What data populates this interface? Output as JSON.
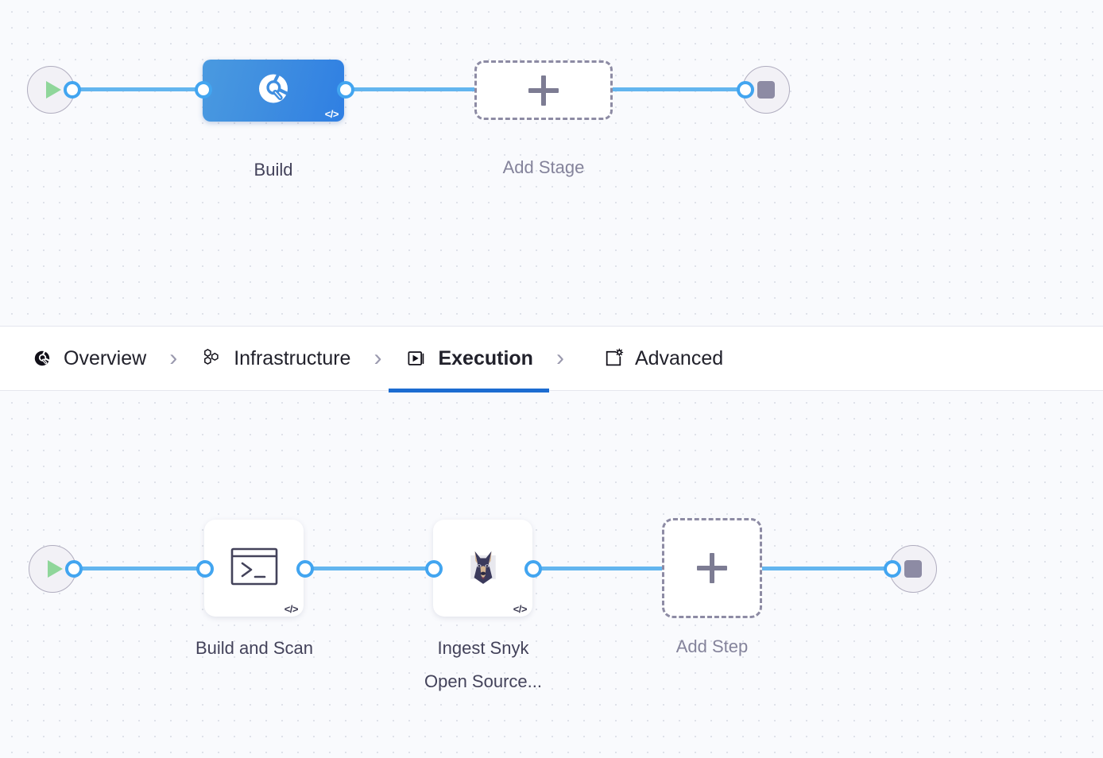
{
  "theme": {
    "canvas_bg": "#f9fafd",
    "grid_dot": "#dfe2ea",
    "wire": "#63b5ef",
    "port_ring": "#42a5f0",
    "stage_blue": "#3f8ee0",
    "active_tab_underline": "#1c6cd1",
    "terminal_fill": "#f2f1f6",
    "terminal_border": "#b0adbf",
    "play_green": "#8fd69a",
    "stop_gray": "#8d8ba4",
    "dashed_border": "#8d8ba4",
    "caption_color": "#43425a",
    "caption_muted": "#84839b",
    "tabbar_bg": "#ffffff"
  },
  "stage_row": {
    "start_node": {
      "icon": "play-icon",
      "label": ""
    },
    "end_node": {
      "icon": "stop-icon",
      "label": ""
    },
    "nodes": [
      {
        "id": "build-stage",
        "label": "Build",
        "icon": "build-scan-circle-icon",
        "badge": "</>",
        "selected": true,
        "type": "stage"
      },
      {
        "id": "add-stage",
        "label": "Add Stage",
        "icon": "plus-icon",
        "badge": "",
        "selected": false,
        "type": "add"
      }
    ]
  },
  "tabs": {
    "items": [
      {
        "id": "overview",
        "label": "Overview",
        "icon": "overview-circle-icon",
        "active": false
      },
      {
        "id": "infrastructure",
        "label": "Infrastructure",
        "icon": "hexagons-icon",
        "active": false
      },
      {
        "id": "execution",
        "label": "Execution",
        "icon": "play-box-icon",
        "active": true
      },
      {
        "id": "advanced",
        "label": "Advanced",
        "icon": "square-gear-icon",
        "active": false
      }
    ],
    "separator": "›"
  },
  "step_row": {
    "start_node": {
      "icon": "play-icon",
      "label": ""
    },
    "end_node": {
      "icon": "stop-icon",
      "label": ""
    },
    "nodes": [
      {
        "id": "build-and-scan",
        "label": "Build and Scan",
        "icon": "terminal-icon",
        "badge": "</>",
        "type": "step"
      },
      {
        "id": "ingest-snyk-open-source",
        "label": "Ingest Snyk\nOpen Source...",
        "icon": "snyk-doberman-icon",
        "badge": "</>",
        "type": "step"
      },
      {
        "id": "add-step",
        "label": "Add Step",
        "icon": "plus-icon",
        "badge": "",
        "type": "add"
      }
    ]
  }
}
